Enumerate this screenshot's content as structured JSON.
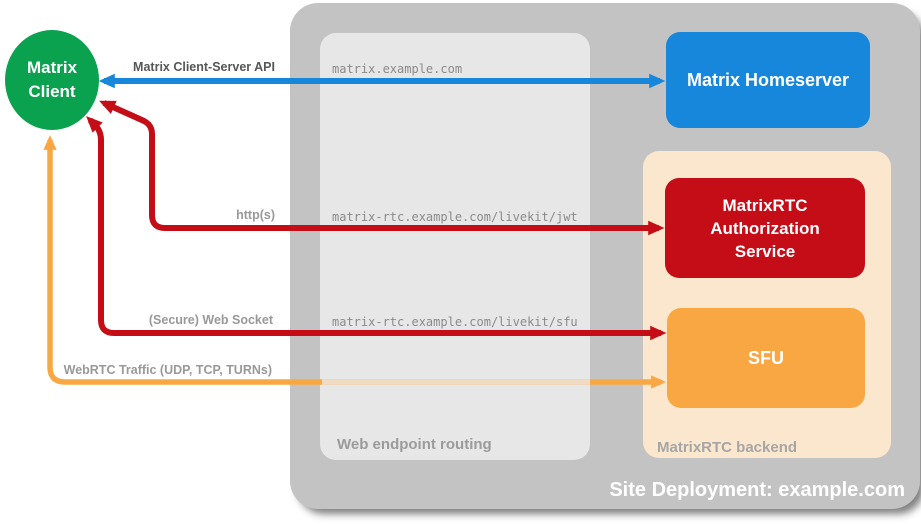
{
  "colors": {
    "green": "#0aa14f",
    "blue": "#1787db",
    "red": "#c40d16",
    "orange": "#f9a743",
    "orange_pale": "#efdcc3",
    "peach": "#fbe7ce",
    "container_gray": "#c3c3c3",
    "panel_gray": "#e7e7e7",
    "label_gray": "#999999",
    "label_dark": "#565656"
  },
  "client": {
    "label": "Matrix\nClient"
  },
  "nodes": {
    "homeserver": {
      "label": "Matrix Homeserver"
    },
    "auth_service": {
      "label": "MatrixRTC\nAuthorization\nService"
    },
    "sfu": {
      "label": "SFU"
    }
  },
  "groups": {
    "site": {
      "label": "Site Deployment: example.com"
    },
    "routing": {
      "label": "Web endpoint routing",
      "endpoints": [
        "matrix.example.com",
        "matrix-rtc.example.com/livekit/jwt",
        "matrix-rtc.example.com/livekit/sfu"
      ]
    },
    "backend": {
      "label": "MatrixRTC backend"
    }
  },
  "arrows": {
    "client_server_api": {
      "label": "Matrix Client-Server API",
      "color": "#1787db"
    },
    "https": {
      "label": "http(s)",
      "color": "#c40d16"
    },
    "websocket": {
      "label": "(Secure) Web Socket",
      "color": "#c40d16"
    },
    "webrtc": {
      "label": "WebRTC Traffic (UDP, TCP, TURNs)",
      "color": "#f9a743"
    }
  }
}
